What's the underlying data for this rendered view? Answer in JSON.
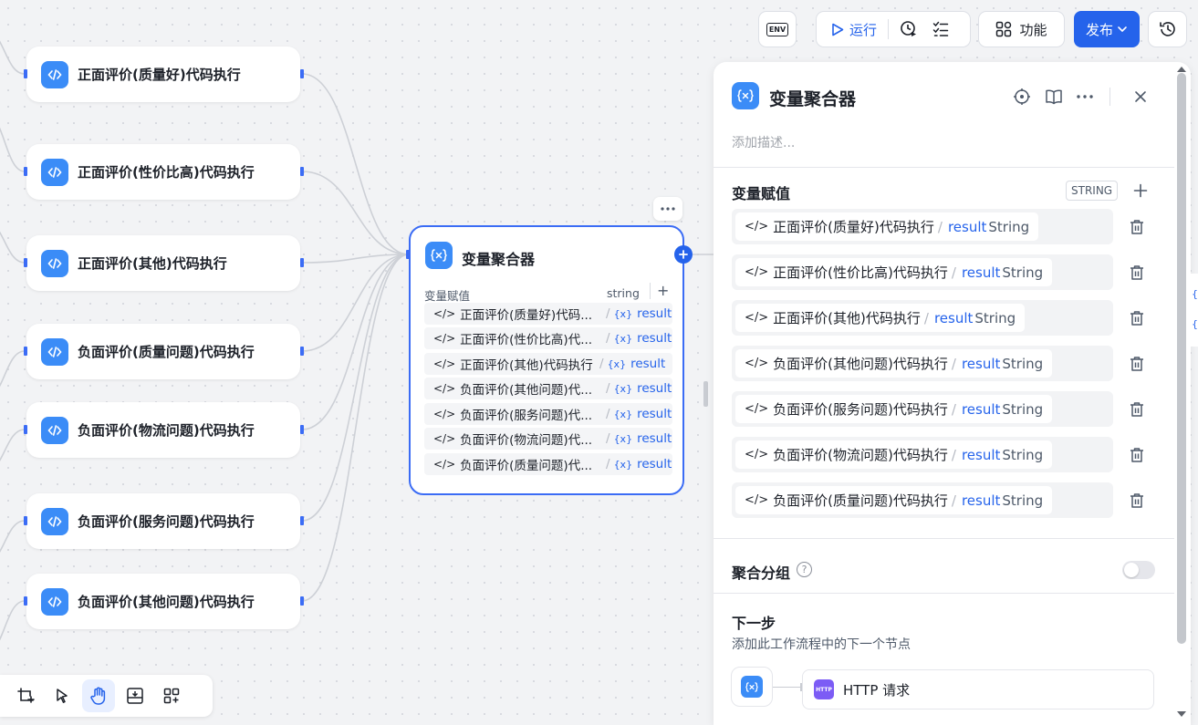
{
  "toolbar": {
    "env_label": "ENV",
    "run_label": "运行",
    "features_label": "功能",
    "publish_label": "发布"
  },
  "canvas_nodes": [
    {
      "title": "正面评价(质量好)代码执行"
    },
    {
      "title": "正面评价(性价比高)代码执行"
    },
    {
      "title": "正面评价(其他)代码执行"
    },
    {
      "title": "负面评价(质量问题)代码执行"
    },
    {
      "title": "负面评价(物流问题)代码执行"
    },
    {
      "title": "负面评价(服务问题)代码执行"
    },
    {
      "title": "负面评价(其他问题)代码执行"
    }
  ],
  "aggregator_node": {
    "title": "变量聚合器",
    "section_label": "变量赋值",
    "type_label": "string",
    "rows": [
      {
        "source": "正面评价(质量好)代码...",
        "var": "result"
      },
      {
        "source": "正面评价(性价比高)代...",
        "var": "result"
      },
      {
        "source": "正面评价(其他)代码执行",
        "var": "result"
      },
      {
        "source": "负面评价(其他问题)代...",
        "var": "result"
      },
      {
        "source": "负面评价(服务问题)代...",
        "var": "result"
      },
      {
        "source": "负面评价(物流问题)代...",
        "var": "result"
      },
      {
        "source": "负面评价(质量问题)代...",
        "var": "result"
      }
    ]
  },
  "panel": {
    "title": "变量聚合器",
    "description_placeholder": "添加描述...",
    "section_title": "变量赋值",
    "type_badge": "STRING",
    "rows": [
      {
        "source": "正面评价(质量好)代码执行",
        "var": "result",
        "type": "String"
      },
      {
        "source": "正面评价(性价比高)代码执行",
        "var": "result",
        "type": "String"
      },
      {
        "source": "正面评价(其他)代码执行",
        "var": "result",
        "type": "String"
      },
      {
        "source": "负面评价(其他问题)代码执行",
        "var": "result",
        "type": "String"
      },
      {
        "source": "负面评价(服务问题)代码执行",
        "var": "result",
        "type": "String"
      },
      {
        "source": "负面评价(物流问题)代码执行",
        "var": "result",
        "type": "String"
      },
      {
        "source": "负面评价(质量问题)代码执行",
        "var": "result",
        "type": "String"
      }
    ],
    "group_label": "聚合分组",
    "group_enabled": false,
    "next_title": "下一步",
    "next_desc": "添加此工作流程中的下一个节点",
    "next_node_label": "HTTP 请求",
    "next_node_badge": "HTTP"
  },
  "colors": {
    "accent": "#2563eb",
    "node_icon": "#3b8cf7",
    "http_badge": "#7c5cf5",
    "port": "#3b6cf5"
  }
}
